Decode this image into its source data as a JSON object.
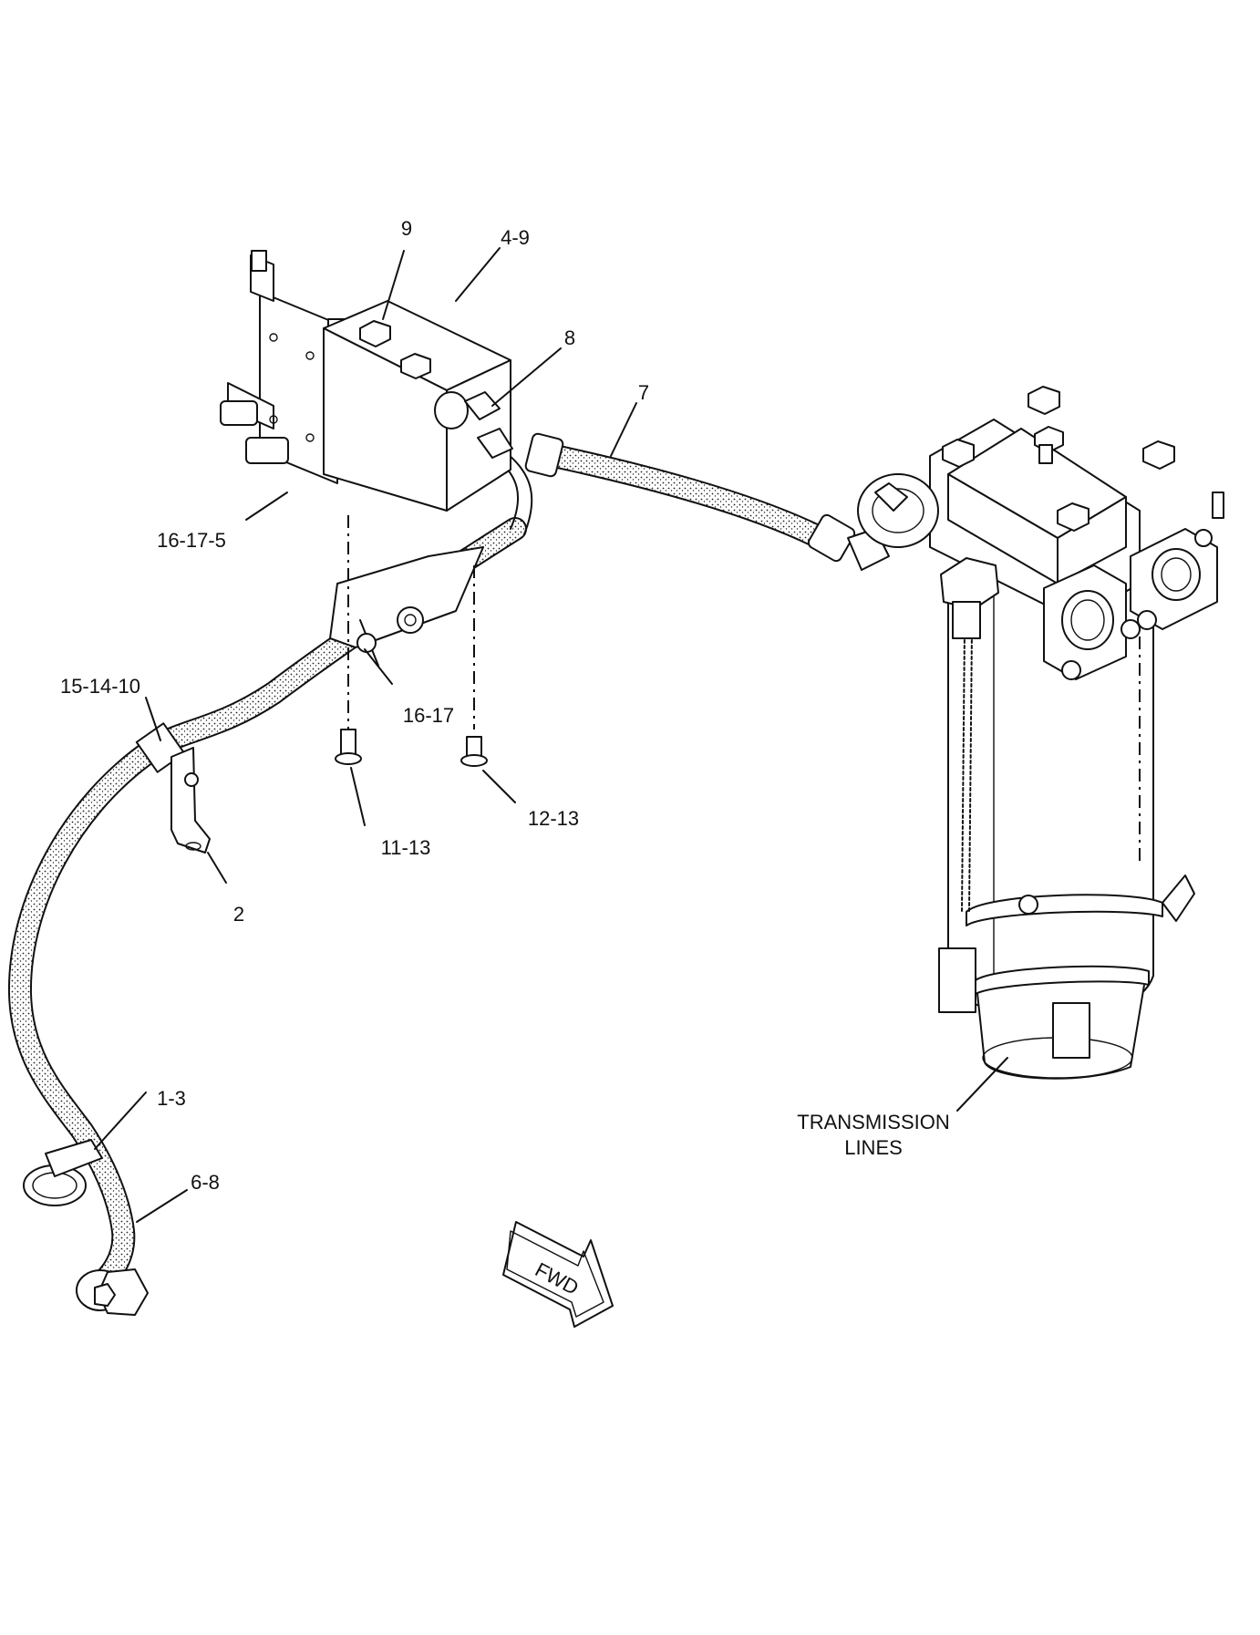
{
  "callouts": [
    {
      "id": "c-9",
      "text": "9"
    },
    {
      "id": "c-4-9",
      "text": "4-9"
    },
    {
      "id": "c-8",
      "text": "8"
    },
    {
      "id": "c-7",
      "text": "7"
    },
    {
      "id": "c-16-17-5",
      "text": "16-17-5"
    },
    {
      "id": "c-15-14-10",
      "text": "15-14-10"
    },
    {
      "id": "c-16-17",
      "text": "16-17"
    },
    {
      "id": "c-12-13",
      "text": "12-13"
    },
    {
      "id": "c-11-13",
      "text": "11-13"
    },
    {
      "id": "c-2",
      "text": "2"
    },
    {
      "id": "c-1-3",
      "text": "1-3"
    },
    {
      "id": "c-6-8",
      "text": "6-8"
    }
  ],
  "transmission": {
    "line1": "TRANSMISSION",
    "line2": "LINES"
  },
  "fwd_arrow": {
    "text": "FWD"
  }
}
